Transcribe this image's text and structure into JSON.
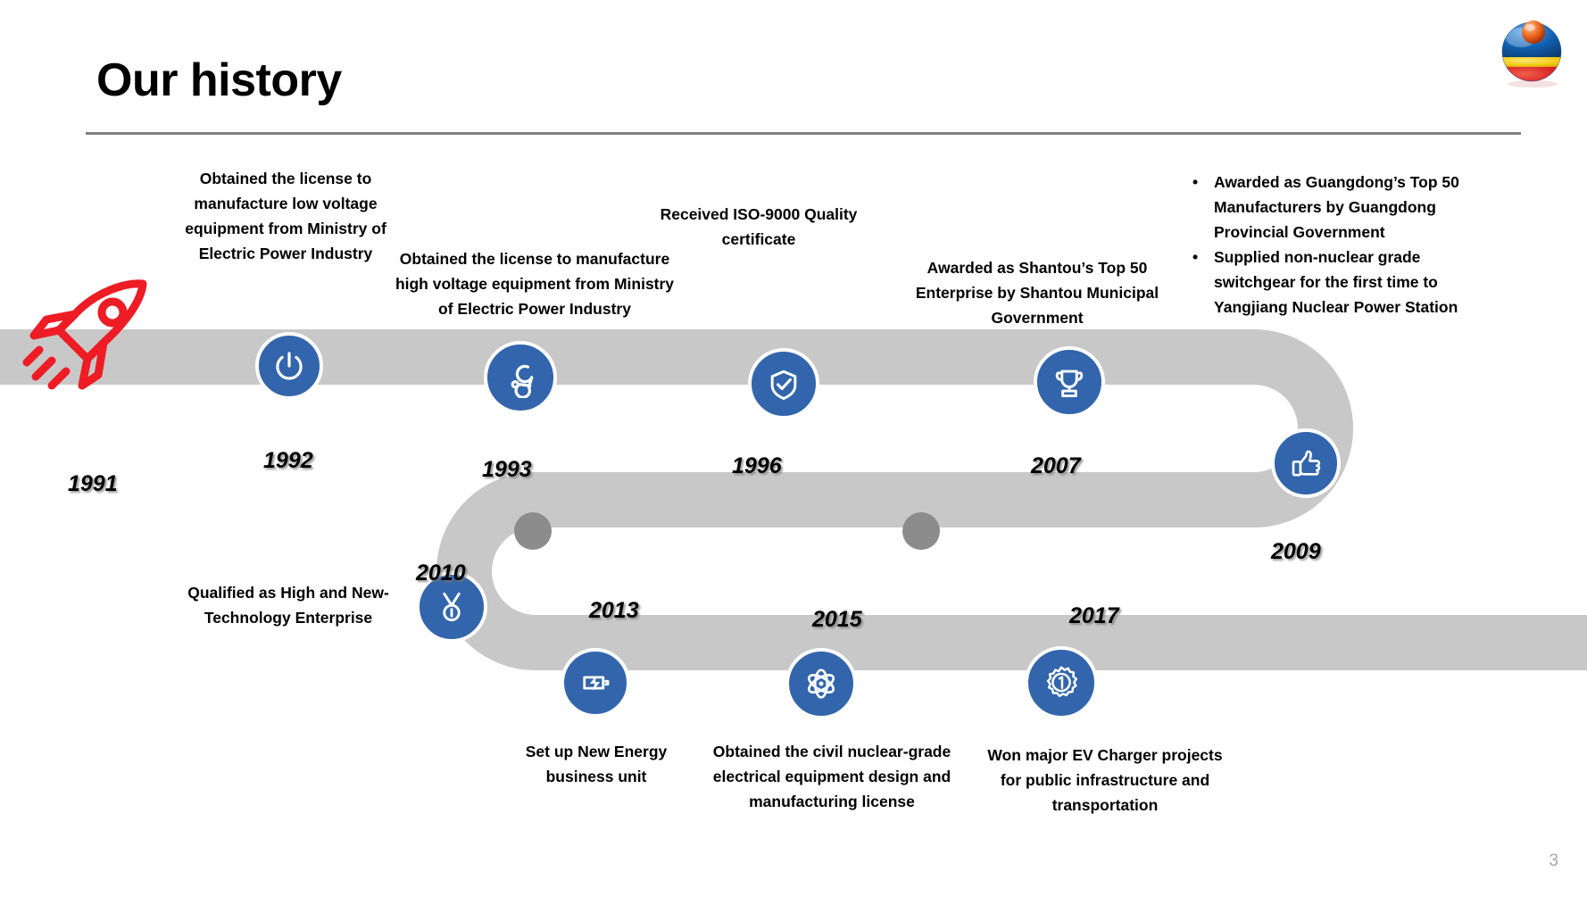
{
  "slide": {
    "title": "Our history",
    "page_number": "3",
    "accent_color": "#3265ab",
    "track_color": "#c8c8c8",
    "rocket_color": "#ee1c25",
    "rule_color": "#808080"
  },
  "logo": {
    "name": "company-sphere-logo",
    "colors": {
      "top_sphere": "#e8501f",
      "upper": "#1160b0",
      "band": "#f2c80f",
      "lower": "#d81e26"
    }
  },
  "milestones": [
    {
      "year": "1991",
      "icon": "rocket-icon",
      "description": ""
    },
    {
      "year": "1992",
      "icon": "power-icon",
      "description": "Obtained the license to manufacture low voltage equipment from Ministry of Electric Power Industry"
    },
    {
      "year": "1993",
      "icon": "wrench-icon",
      "description": "Obtained the license to manufacture high voltage equipment from Ministry of Electric Power Industry"
    },
    {
      "year": "1996",
      "icon": "shield-check-icon",
      "description": "Received ISO-9000 Quality certificate"
    },
    {
      "year": "2007",
      "icon": "trophy-icon",
      "description": "Awarded as Shantou’s Top 50 Enterprise by Shantou Municipal Government"
    },
    {
      "year": "2009",
      "icon": "thumbs-up-icon",
      "bullets": [
        "Awarded as Guangdong’s Top 50 Manufacturers by Guangdong Provincial Government",
        "Supplied non-nuclear grade switchgear for the first time to Yangjiang Nuclear Power Station"
      ]
    },
    {
      "year": "2010",
      "icon": "medal-icon",
      "description": "Qualified as High and New-Technology Enterprise"
    },
    {
      "year": "2013",
      "icon": "battery-charging-icon",
      "description": "Set up New Energy business unit"
    },
    {
      "year": "2015",
      "icon": "atom-icon",
      "description": "Obtained the civil nuclear-grade electrical equipment design and manufacturing license"
    },
    {
      "year": "2017",
      "icon": "award-seal-icon",
      "description": "Won major EV Charger projects for public infrastructure and transportation"
    }
  ]
}
